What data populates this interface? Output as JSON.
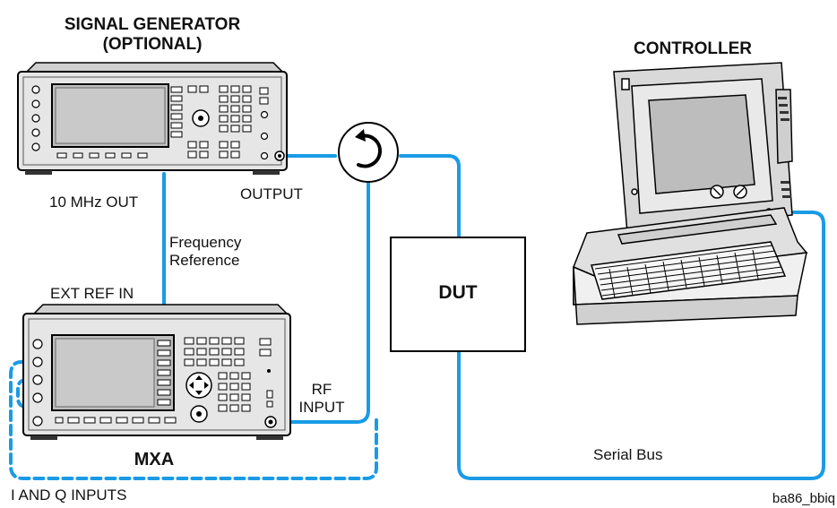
{
  "labels": {
    "sig_gen_title_line1": "SIGNAL GENERATOR",
    "sig_gen_title_line2": "(OPTIONAL)",
    "controller_title": "CONTROLLER",
    "ten_mhz_out": "10 MHz OUT",
    "output": "OUTPUT",
    "freq_ref_line1": "Frequency",
    "freq_ref_line2": "Reference",
    "ext_ref_in": "EXT REF IN",
    "dut": "DUT",
    "rf_input_line1": "RF",
    "rf_input_line2": "INPUT",
    "mxa": "MXA",
    "serial_bus": "Serial Bus",
    "iq_inputs": "I AND Q INPUTS",
    "figure_id": "ba86_bbiq"
  },
  "colors": {
    "cable": "#1a9be6",
    "ref_cable": "#1a9be6",
    "instrument_body": "#e6e6e6",
    "instrument_dark": "#333333",
    "screen": "#bfbfbf",
    "outline": "#000000"
  },
  "icons": {
    "circulator": "circulator-icon",
    "signal_generator": "signal-generator-instrument",
    "analyzer": "mxa-analyzer-instrument",
    "controller": "laptop-controller-icon"
  }
}
